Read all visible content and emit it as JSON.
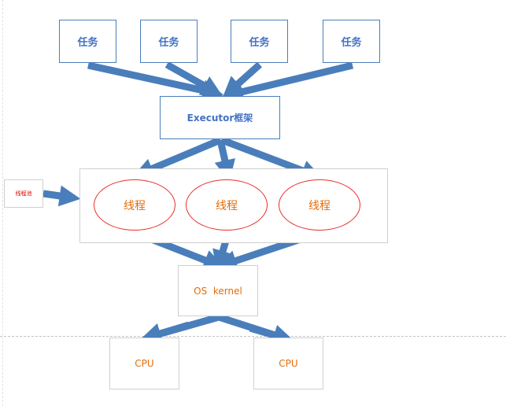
{
  "tasks": [
    {
      "label": "任务"
    },
    {
      "label": "任务"
    },
    {
      "label": "任务"
    },
    {
      "label": "任务"
    }
  ],
  "executor": {
    "label": "Executor框架"
  },
  "thread_pool": {
    "label": "线程池"
  },
  "threads": [
    {
      "label": "线程"
    },
    {
      "label": "线程"
    },
    {
      "label": "线程"
    }
  ],
  "os": {
    "label": "OS  kernel"
  },
  "cpus": [
    {
      "label": "CPU"
    },
    {
      "label": "CPU"
    }
  ],
  "colors": {
    "arrow": "#4a7ebb",
    "task_text": "#4472c4",
    "thread_border": "#e8302a",
    "thread_text": "#e36c09",
    "pool_label_text": "#e00000"
  }
}
